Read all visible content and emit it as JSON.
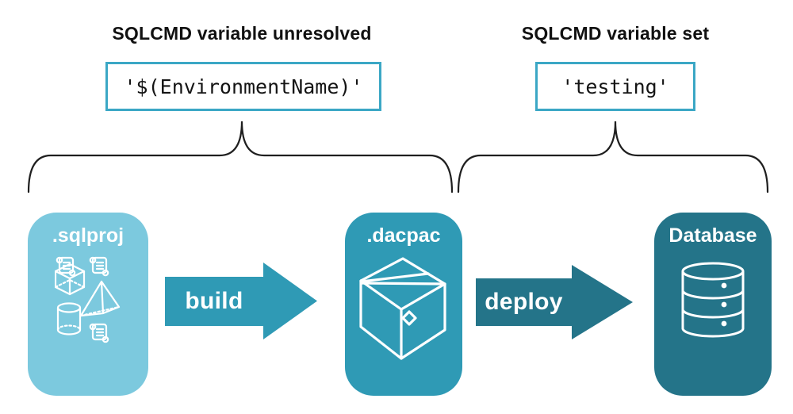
{
  "annotations": {
    "left": {
      "heading": "SQLCMD variable unresolved",
      "value": "'$(EnvironmentName)'"
    },
    "right": {
      "heading": "SQLCMD variable set",
      "value": "'testing'"
    }
  },
  "pipeline": {
    "stages": [
      {
        "label": ".sqlproj",
        "icon": "sql-project-objects-icon"
      },
      {
        "label": ".dacpac",
        "icon": "package-icon"
      },
      {
        "label": "Database",
        "icon": "database-icon"
      }
    ],
    "arrows": [
      {
        "label": "build"
      },
      {
        "label": "deploy"
      }
    ]
  },
  "colors": {
    "sqlproj_bg": "#7cc9de",
    "dacpac_bg": "#2f9ab5",
    "database_bg": "#247489",
    "arrow_build": "#2f9ab5",
    "arrow_deploy": "#247489",
    "value_box_border": "#3ba7c5",
    "brace_stroke": "#1f1f1f",
    "icon_stroke": "#ffffff",
    "heading_text": "#111111"
  }
}
